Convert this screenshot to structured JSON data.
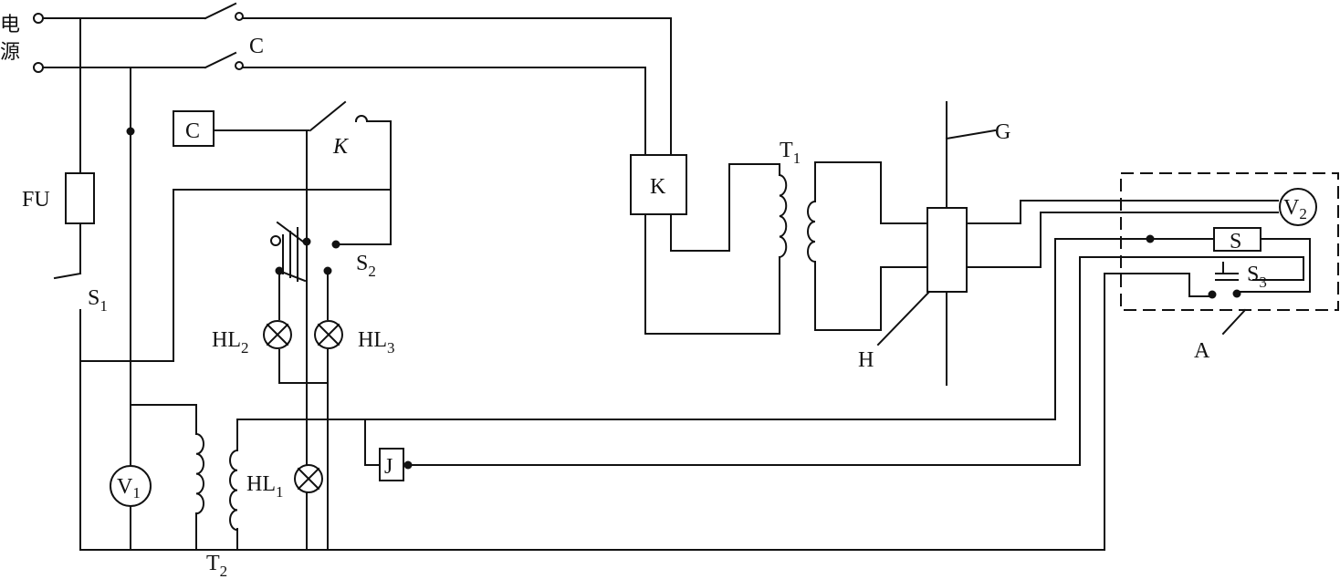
{
  "labels": {
    "power": [
      "电",
      "源"
    ],
    "contactor_c_top": "C",
    "contactor_c_coil": "C",
    "relay_k_switch": "K",
    "relay_k_box": "K",
    "fuse": "FU",
    "switch_s1": {
      "main": "S",
      "sub": "1"
    },
    "switch_s2": {
      "main": "S",
      "sub": "2"
    },
    "lamp_hl2": {
      "main": "HL",
      "sub": "2"
    },
    "lamp_hl3": {
      "main": "HL",
      "sub": "3"
    },
    "lamp_hl1": {
      "main": "HL",
      "sub": "1"
    },
    "voltmeter_v1": {
      "main": "V",
      "sub": "1"
    },
    "voltmeter_v2": {
      "main": "V",
      "sub": "2"
    },
    "transformer_t1": {
      "main": "T",
      "sub": "1"
    },
    "transformer_t2": {
      "main": "T",
      "sub": "2"
    },
    "relay_j": "J",
    "label_g": "G",
    "label_h": "H",
    "box_s": "S",
    "switch_s3": {
      "main": "S",
      "sub": "3"
    },
    "label_a": "A"
  }
}
